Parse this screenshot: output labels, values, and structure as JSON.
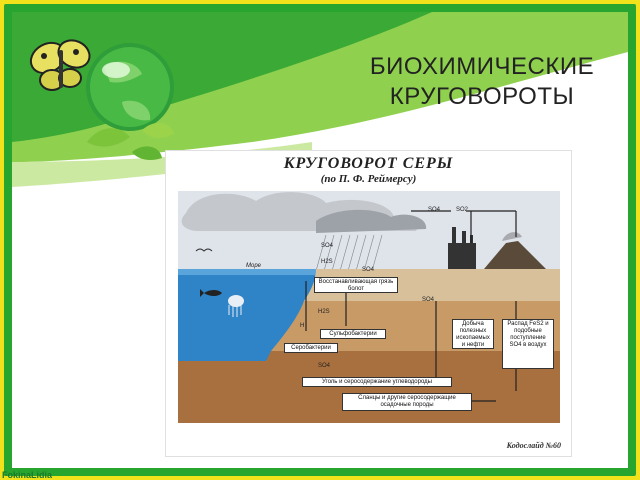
{
  "slide": {
    "title_line1": "БИОХИМИЧЕСКИЕ",
    "title_line2": "КРУГОВОРОТЫ",
    "footer": "FokinaLidia"
  },
  "figure": {
    "title": "КРУГОВОРОТ СЕРЫ",
    "subtitle": "(по П. Ф. Реймерсу)",
    "credit": "Кодослайд №60",
    "labels": {
      "so4_sky1": "SO4",
      "so2_sky": "SO2",
      "so4_rain": "SO4",
      "h2s_air": "H2S",
      "so4_ground": "SO4",
      "sea": "Море",
      "so4_right": "SO4",
      "h2s_soil": "H2S",
      "h_soil": "H",
      "so4_soil": "SO4"
    },
    "boxes": {
      "swamp": "Восстанавливающая грязь болот",
      "sulfo": "Сульфобактерии",
      "sero": "Серобактерии",
      "mining": "Добыча полезных ископаемых и нефти",
      "decay": "Распад FeS2 и подобные поступление SO4 в воздух",
      "coal": "Уголь и серосодержание углеводороды",
      "shale": "Сланцы и другие серосодержащие осадочные породы"
    }
  }
}
